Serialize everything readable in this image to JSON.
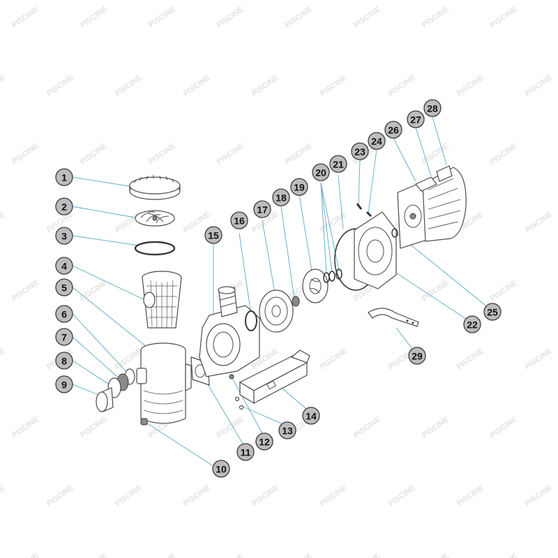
{
  "watermark": {
    "text": "PISCINE"
  },
  "parts": [
    {
      "id": "badge-1",
      "label": "1"
    },
    {
      "id": "badge-2",
      "label": "2"
    },
    {
      "id": "badge-3",
      "label": "3"
    },
    {
      "id": "badge-4",
      "label": "4"
    },
    {
      "id": "badge-5",
      "label": "5"
    },
    {
      "id": "badge-6",
      "label": "6"
    },
    {
      "id": "badge-7",
      "label": "7"
    },
    {
      "id": "badge-8",
      "label": "8"
    },
    {
      "id": "badge-9",
      "label": "9"
    },
    {
      "id": "badge-10",
      "label": "10"
    },
    {
      "id": "badge-11",
      "label": "11"
    },
    {
      "id": "badge-12",
      "label": "12"
    },
    {
      "id": "badge-13",
      "label": "13"
    },
    {
      "id": "badge-14",
      "label": "14"
    },
    {
      "id": "badge-15",
      "label": "15"
    },
    {
      "id": "badge-16",
      "label": "16"
    },
    {
      "id": "badge-17",
      "label": "17"
    },
    {
      "id": "badge-18",
      "label": "18"
    },
    {
      "id": "badge-19",
      "label": "19"
    },
    {
      "id": "badge-20",
      "label": "20"
    },
    {
      "id": "badge-21",
      "label": "21"
    },
    {
      "id": "badge-22",
      "label": "22"
    },
    {
      "id": "badge-23",
      "label": "23"
    },
    {
      "id": "badge-24",
      "label": "24"
    },
    {
      "id": "badge-25",
      "label": "25"
    },
    {
      "id": "badge-26",
      "label": "26"
    },
    {
      "id": "badge-27",
      "label": "27"
    },
    {
      "id": "badge-28",
      "label": "28"
    },
    {
      "id": "badge-29",
      "label": "29"
    }
  ]
}
